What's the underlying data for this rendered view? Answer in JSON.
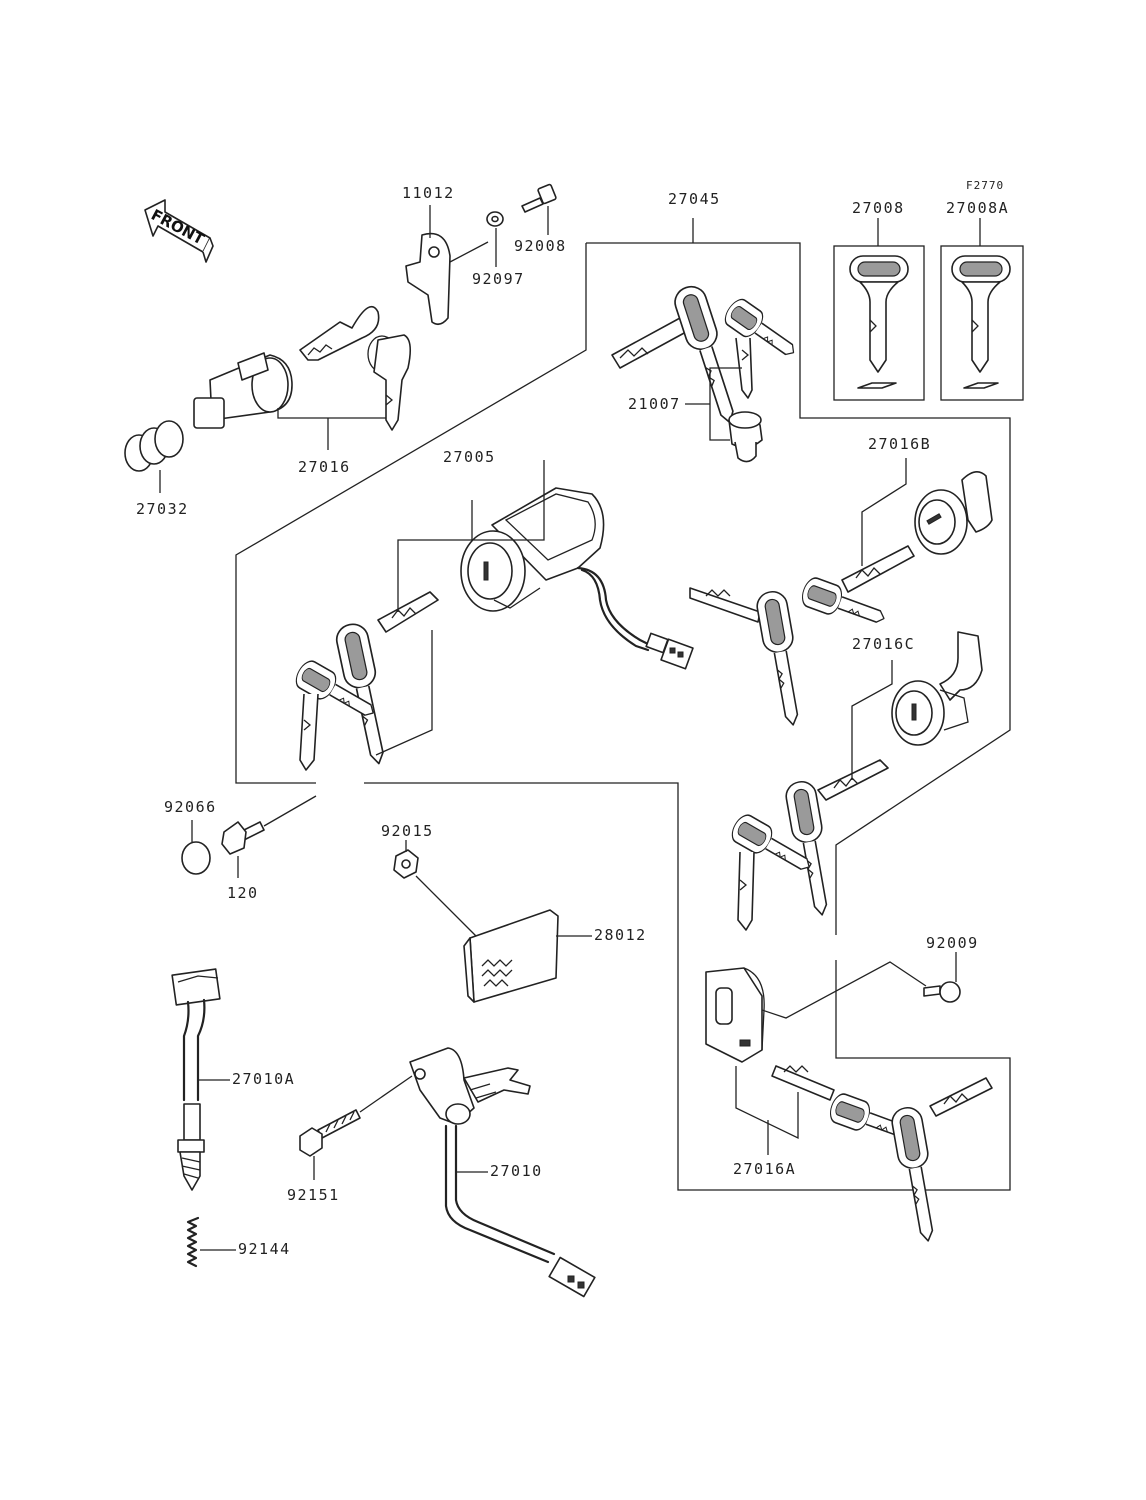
{
  "figure_code": "F2770",
  "front_arrow_label": "FRONT",
  "part_labels": {
    "p11012": "11012",
    "p92008": "92008",
    "p92097": "92097",
    "p27045": "27045",
    "p27008": "27008",
    "p27008A": "27008A",
    "p21007": "21007",
    "p27016": "27016",
    "p27032": "27032",
    "p27005": "27005",
    "p27016B": "27016B",
    "p27016C": "27016C",
    "p92066": "92066",
    "p120": "120",
    "p92015": "92015",
    "p28012": "28012",
    "p92009": "92009",
    "p27010A": "27010A",
    "p92151": "92151",
    "p27010": "27010",
    "p92144": "92144",
    "p27016A": "27016A"
  }
}
